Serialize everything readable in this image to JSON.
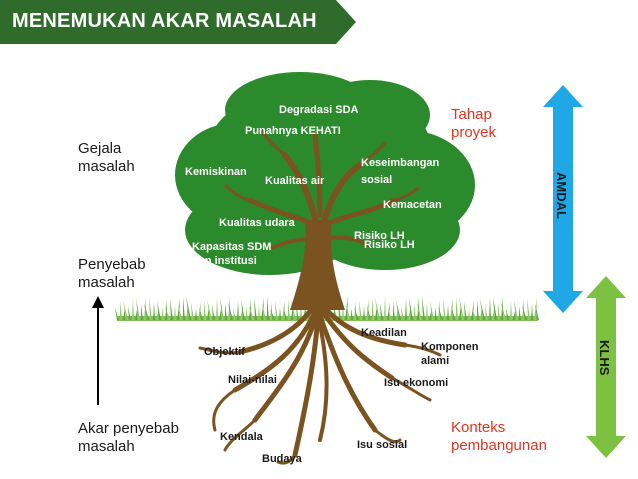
{
  "title": "MENEMUKAN AKAR MASALAH",
  "left_labels": {
    "gejala": "Gejala\nmasalah",
    "penyebab": "Penyebab\nmasalah",
    "akar": "Akar penyebab\nmasalah"
  },
  "right_labels": {
    "tahap": "Tahap\nproyek",
    "konteks": "Konteks\npembangunan",
    "amdal": "AMDAL",
    "klhs": "KLHS"
  },
  "canopy_labels": [
    "Degradasi SDA",
    "Punahnya KEHATI",
    "Kemiskinan",
    "Kualitas air",
    "Keseimbangan\nsosial",
    "Kemacetan",
    "Kualitas udara",
    "Risiko LH",
    "Risiko LH",
    "Kapasitas SDM\ndan institusi"
  ],
  "root_labels": [
    "Keadilan",
    "Komponen\nalami",
    "Objektif",
    "Nilai-nilai",
    "Isu ekonomi",
    "Kendala",
    "Isu sosial",
    "Budaya"
  ],
  "colors": {
    "banner": "#2f6b2a",
    "canopy": "#2b8a2b",
    "trunk": "#7b5320",
    "grass": "#6fb04a",
    "amdal_arrow": "#20a8e6",
    "klhs_arrow": "#7cc142",
    "accent_red": "#e5331f"
  }
}
